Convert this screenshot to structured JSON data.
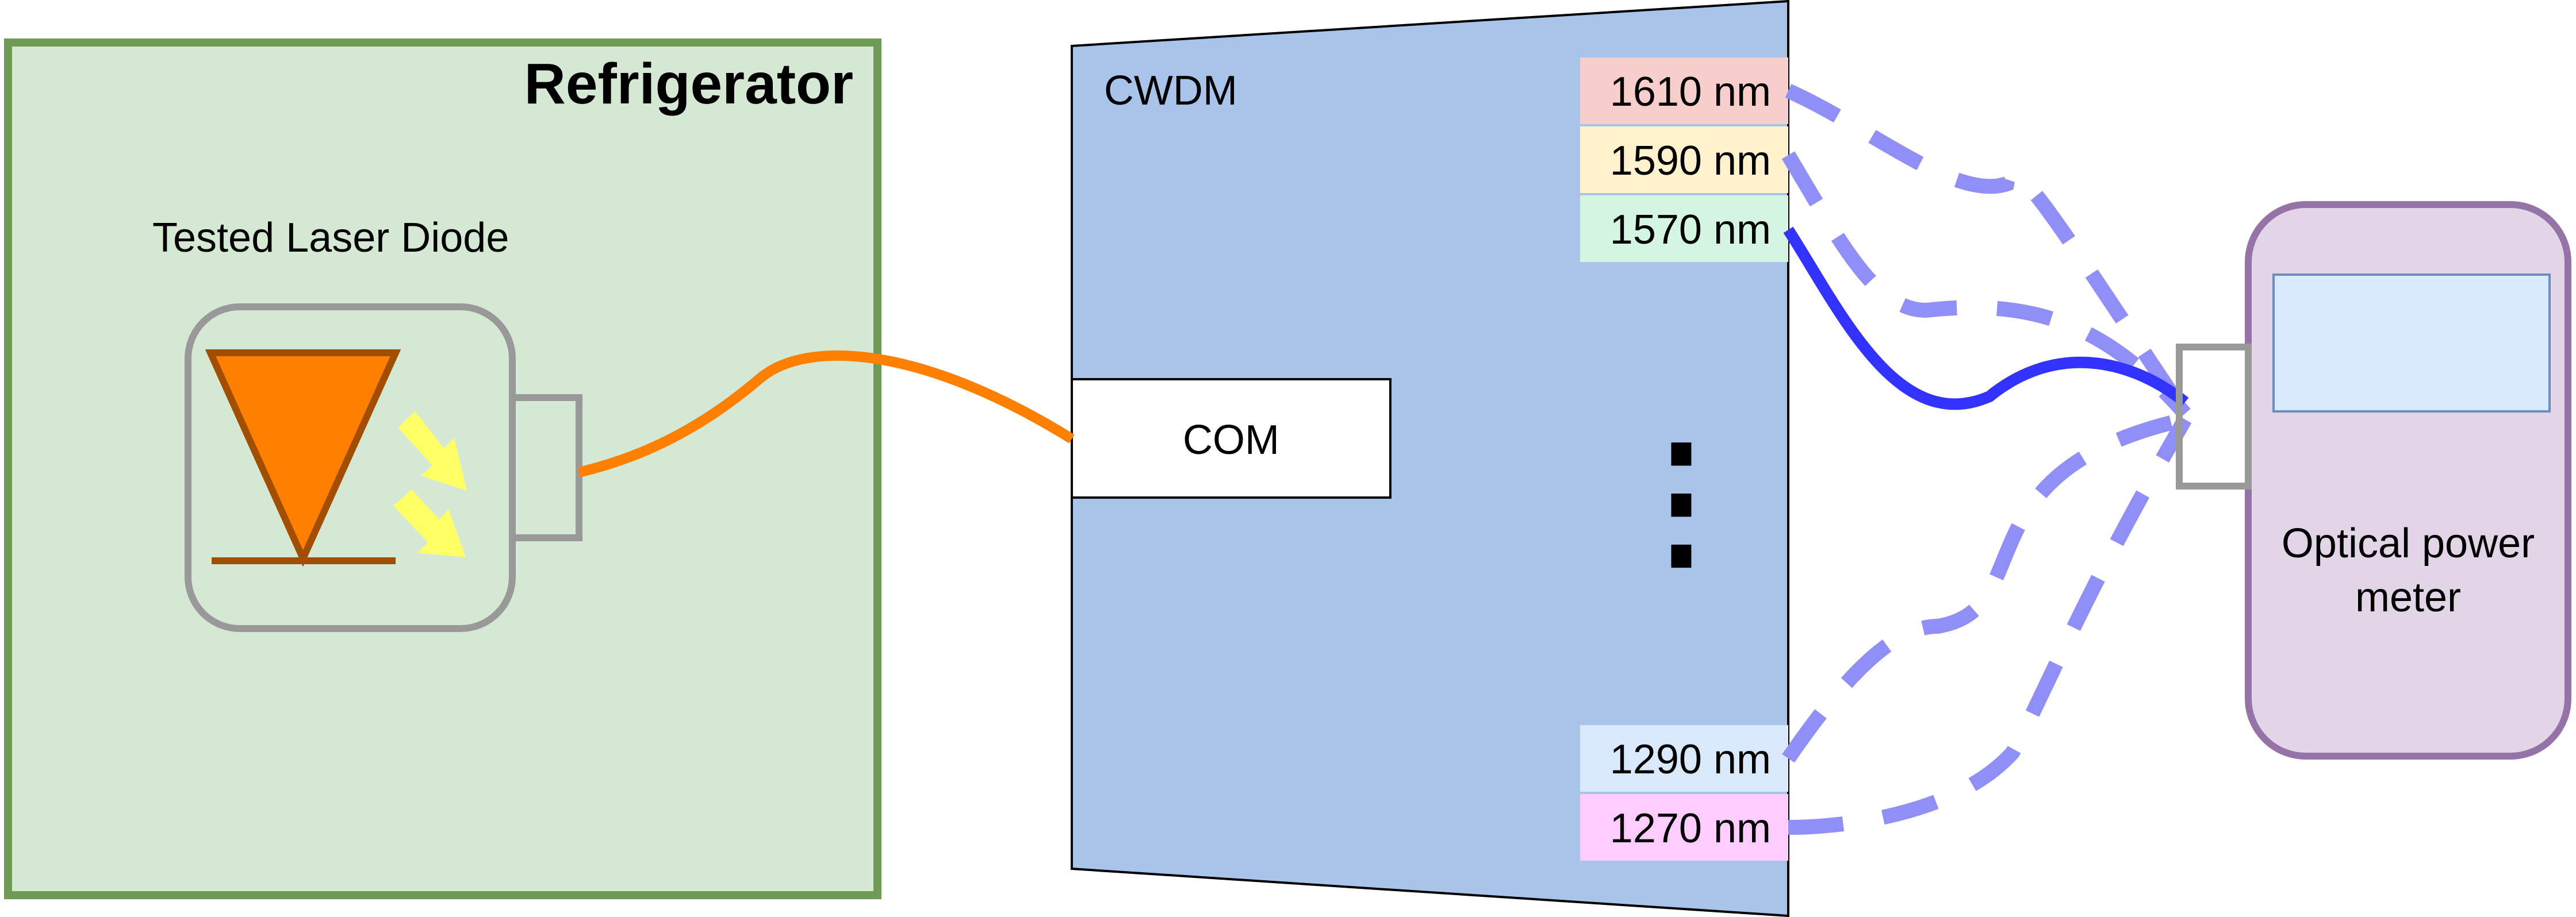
{
  "refrigerator": {
    "title": "Refrigerator",
    "fill": "#d5e8d4",
    "stroke": "#6d9a55"
  },
  "laser": {
    "label": "Tested Laser Diode",
    "diode_color": "#ff8000",
    "diode_stroke": "#a24e00",
    "emission_color": "#ffff66"
  },
  "cwdm": {
    "title": "CWDM",
    "fill": "#a9c4eb",
    "com_label": "COM",
    "channels": [
      {
        "label": "1610 nm",
        "color": "#f8cecc"
      },
      {
        "label": "1590 nm",
        "color": "#fff2cc"
      },
      {
        "label": "1570 nm",
        "color": "#d5f5e3"
      },
      {
        "label": "1290 nm",
        "color": "#dae8fc"
      },
      {
        "label": "1270 nm",
        "color": "#ffccff"
      }
    ],
    "ellipsis": "⋮"
  },
  "meter": {
    "label_line1": "Optical power",
    "label_line2": "meter",
    "fill": "#e1d5e7",
    "stroke": "#9673a6",
    "screen_fill": "#dae8fc",
    "screen_stroke": "#6c8ebf"
  },
  "fibers": {
    "input_color": "#ff8000",
    "active_color": "#3333ff",
    "inactive_color": "#8f8ff7"
  }
}
